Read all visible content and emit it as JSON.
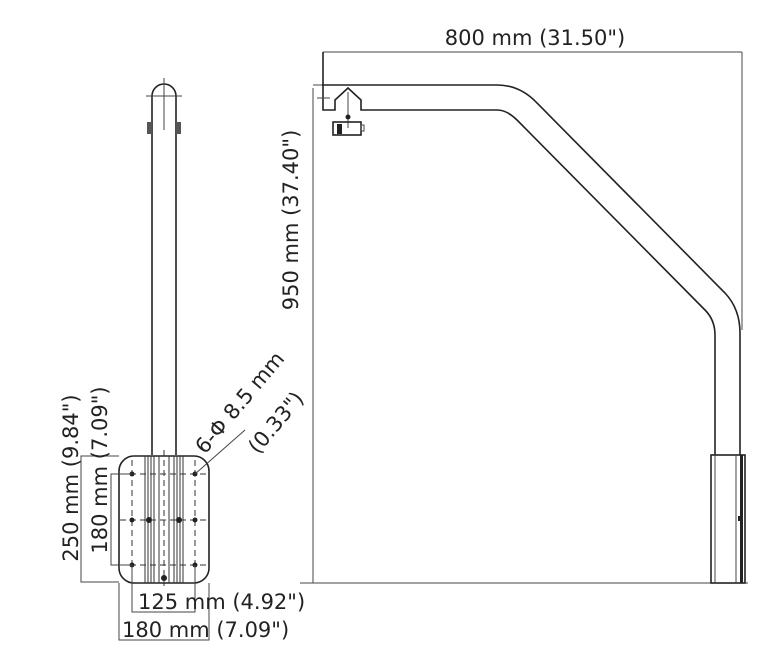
{
  "dimensions": {
    "width_total": "800 mm (31.50\")",
    "height_total": "950 mm (37.40\")",
    "base_height": "250 mm (9.84\")",
    "hole_spacing_vertical": "180 mm (7.09\")",
    "hole_spacing_horizontal": "125 mm (4.92\")",
    "base_width": "180 mm (7.09\")",
    "hole_spec": "6-Φ 8.5 mm",
    "hole_spec_inch": "(0.33\")"
  },
  "colors": {
    "line": "#222222",
    "background": "#ffffff"
  }
}
